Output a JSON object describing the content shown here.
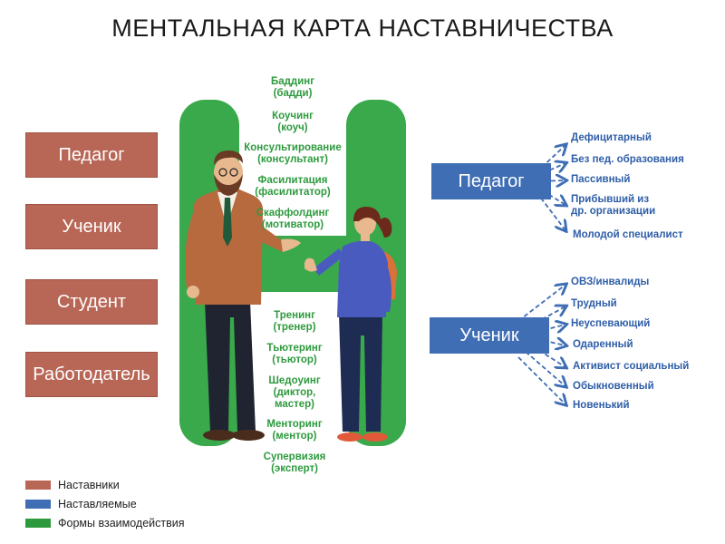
{
  "title": "МЕНТАЛЬНАЯ КАРТА НАСТАВНИЧЕСТВА",
  "colors": {
    "mentor": "#b86656",
    "mentee": "#3f6eb4",
    "forms": "#2e9a3e",
    "figure_green": "#39a94b"
  },
  "mentors": [
    "Педагог",
    "Ученик",
    "Студент",
    "Работодатель"
  ],
  "forms": [
    "Баддинг\n(бадди)",
    "Коучинг\n(коуч)",
    "Консультирование\n(консультант)",
    "Фасилитация\n(фасилитатор)",
    "Скаффолдинг\n(мотиватор)",
    "Тренинг\n(тренер)",
    "Тьютеринг\n(тьютор)",
    "Шедоуинг\n(диктор,\nмастер)",
    "Менторинг\n(ментор)",
    "Супервизия\n(эксперт)"
  ],
  "mentees": {
    "teacher": {
      "label": "Педагог",
      "items": [
        "Дефицитарный",
        "Без пед. образования",
        "Пассивный",
        "Прибывший из\nдр. организации",
        "Молодой специалист"
      ]
    },
    "student": {
      "label": "Ученик",
      "items": [
        "ОВЗ/инвалиды",
        "Трудный",
        "Неуспевающий",
        "Одаренный",
        "Активист социальный",
        "Обыкновенный",
        "Новенький"
      ]
    }
  },
  "legend": [
    {
      "label": "Наставники",
      "color": "#b86656"
    },
    {
      "label": "Наставляемые",
      "color": "#3f6eb4"
    },
    {
      "label": "Формы взаимодействия",
      "color": "#2e9a3e"
    }
  ]
}
